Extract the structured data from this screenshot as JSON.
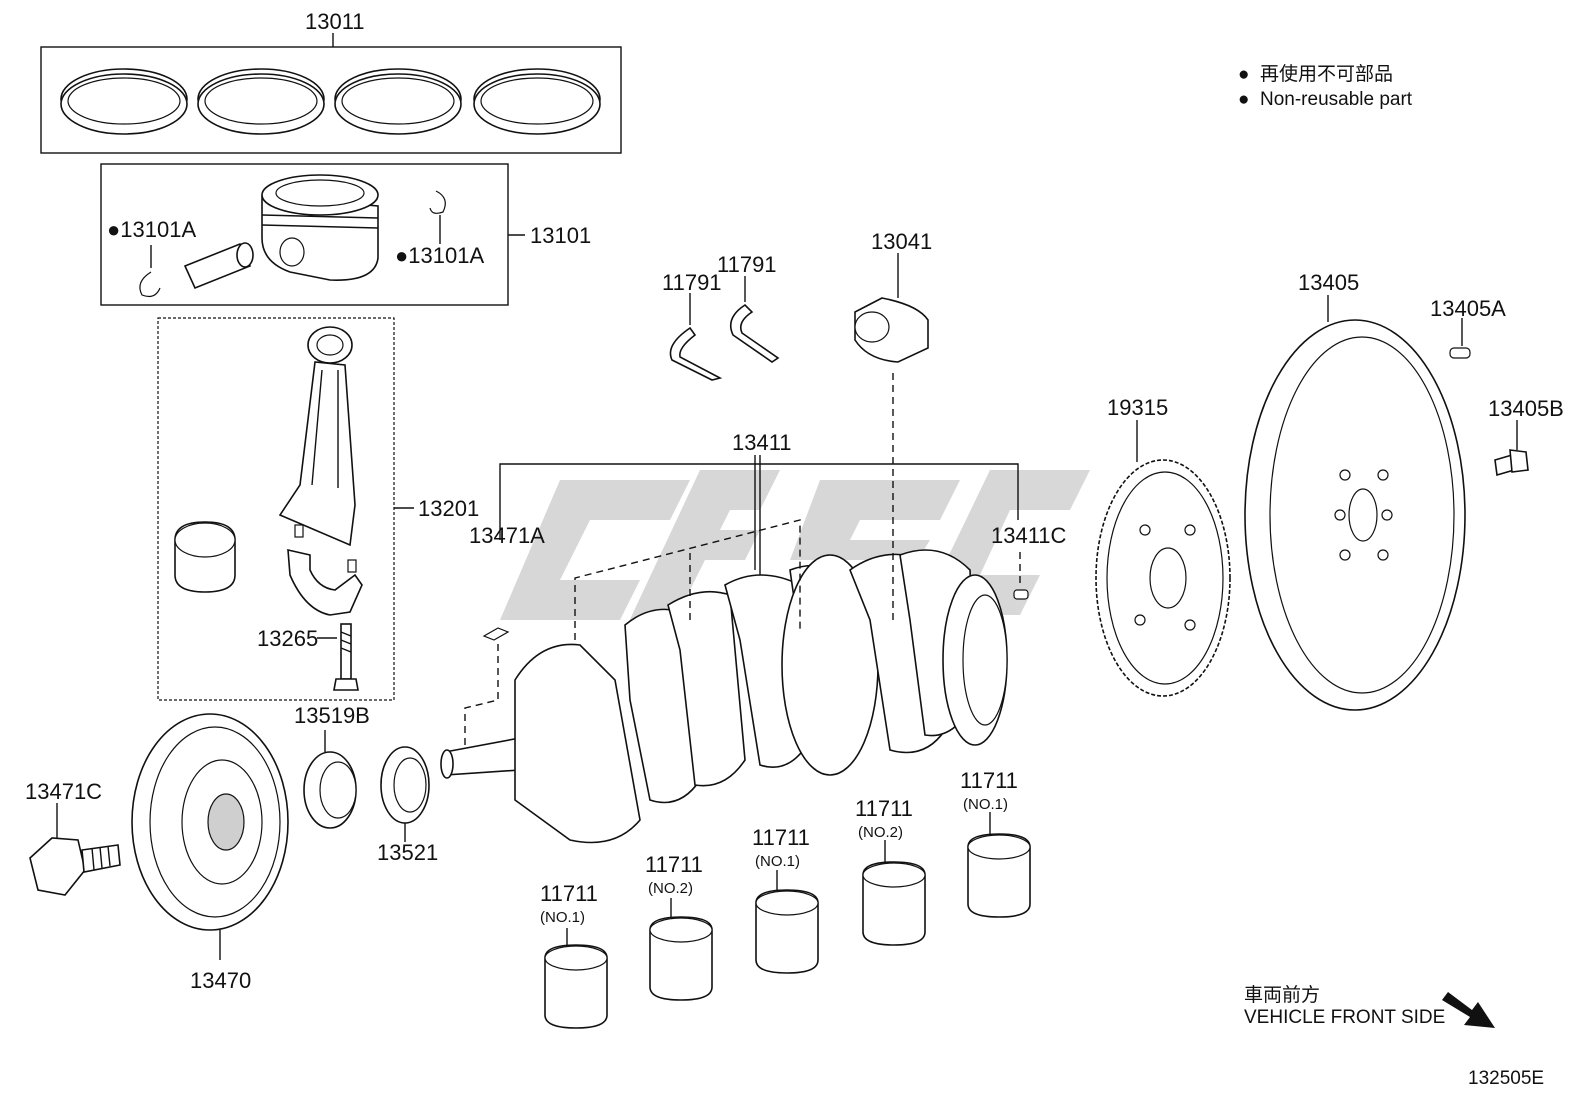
{
  "legend": {
    "bullet_char": "●",
    "line_jp": "再使用不可部品",
    "line_en": "Non-reusable part"
  },
  "vehicle_front": {
    "jp": "車両前方",
    "en": "VEHICLE FRONT SIDE"
  },
  "watermark_text": "cfsc",
  "diagram_id": "132505E",
  "parts": {
    "p13011": "13011",
    "p13101": "13101",
    "p13101A_left": "●13101A",
    "p13101A_right": "●13101A",
    "p13201": "13201",
    "p13265": "13265",
    "p13519B": "13519B",
    "p13521": "13521",
    "p13470": "13470",
    "p13471C": "13471C",
    "p13471A": "13471A",
    "p13411": "13411",
    "p13411C": "13411C",
    "p11791_a": "11791",
    "p11791_b": "11791",
    "p13041": "13041",
    "p19315": "19315",
    "p13405": "13405",
    "p13405A": "13405A",
    "p13405B": "13405B",
    "b1": "11711",
    "b1_sub": "(NO.1)",
    "b2": "11711",
    "b2_sub": "(NO.2)",
    "b3": "11711",
    "b3_sub": "(NO.1)",
    "b4": "11711",
    "b4_sub": "(NO.2)",
    "b5": "11711",
    "b5_sub": "(NO.1)"
  }
}
